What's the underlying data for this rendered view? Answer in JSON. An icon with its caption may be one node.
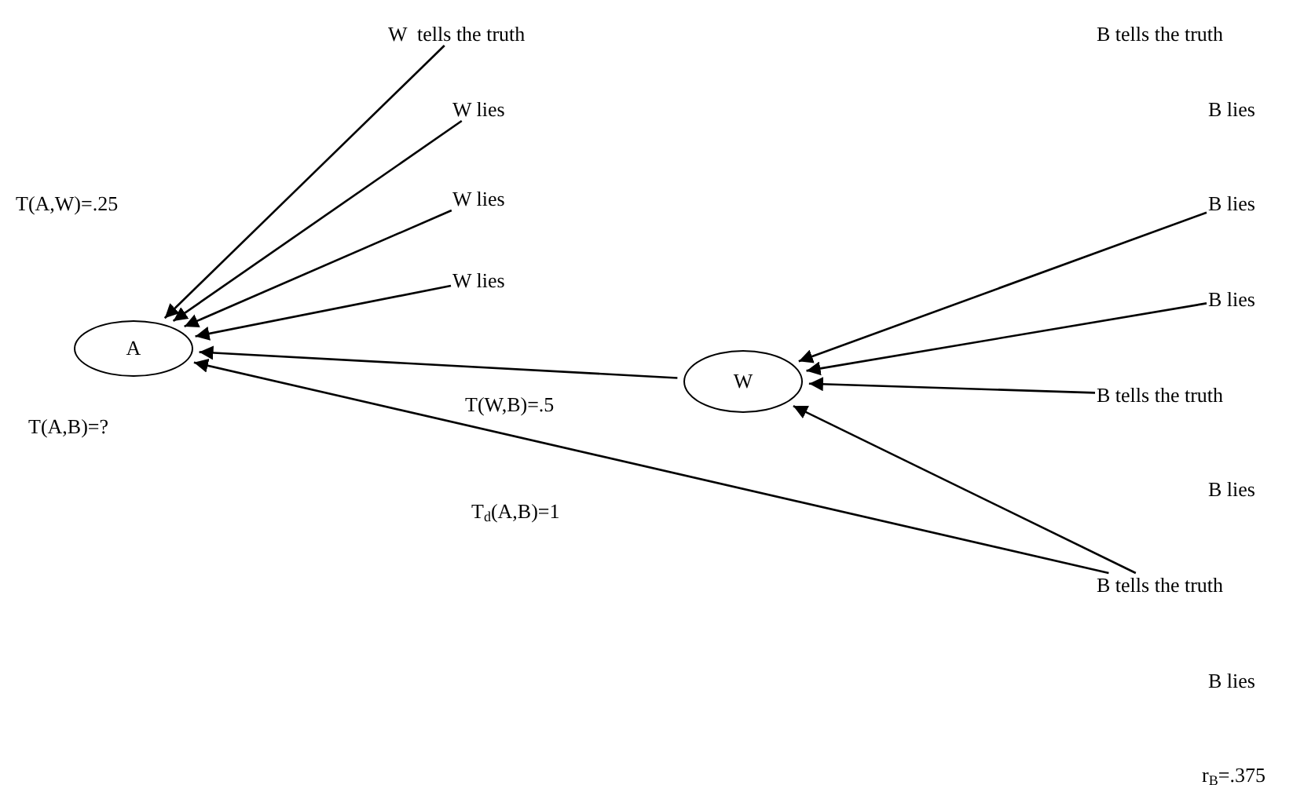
{
  "diagram": {
    "nodes": [
      {
        "text": [
          "W  tells the truth"
        ]
      },
      {
        "text": [
          "W lies"
        ]
      },
      {
        "text": [
          "W lies"
        ]
      },
      {
        "text": [
          "W lies"
        ]
      },
      {
        "text": [
          "A"
        ]
      },
      {
        "text": [
          "W"
        ]
      },
      {
        "text": [
          "B tells the truth"
        ]
      },
      {
        "text": [
          "B lies"
        ]
      },
      {
        "text": [
          "B lies"
        ]
      },
      {
        "text": [
          "B lies"
        ]
      },
      {
        "text": [
          "B tells the truth"
        ]
      },
      {
        "text": [
          "B lies"
        ]
      },
      {
        "text": [
          "B tells the truth"
        ]
      },
      {
        "text": [
          "B lies"
        ]
      }
    ],
    "edges": [
      {
        "from": 0,
        "to": 4,
        "arrow": "to"
      },
      {
        "from": 1,
        "to": 4,
        "arrow": "to"
      },
      {
        "from": 2,
        "to": 4,
        "arrow": "to"
      },
      {
        "from": 3,
        "to": 4,
        "arrow": "to"
      },
      {
        "from": 5,
        "to": 4,
        "arrow": "to"
      },
      {
        "from": 8,
        "to": 5,
        "arrow": "to"
      },
      {
        "from": 9,
        "to": 5,
        "arrow": "to"
      },
      {
        "from": 10,
        "to": 5,
        "arrow": "to"
      },
      {
        "from": 12,
        "to": 5,
        "arrow": "to"
      },
      {
        "from": 12,
        "to": 4,
        "arrow": "to"
      }
    ],
    "labels": [
      "T(A,W)=.25",
      "T(A,B)=?",
      "T(W,B)=.5",
      "T$_{d}$(A,B)=1",
      "r$_{B}$=.375"
    ]
  }
}
